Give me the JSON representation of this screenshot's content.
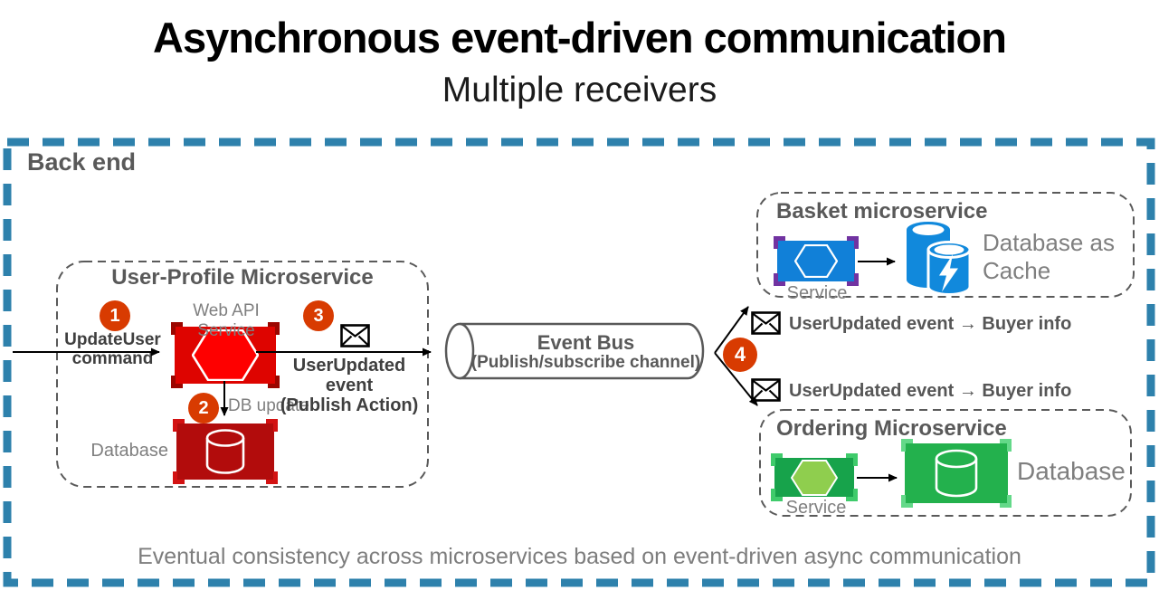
{
  "title": "Asynchronous event-driven communication",
  "subtitle": "Multiple receivers",
  "backend": {
    "label": "Back end",
    "caption": "Eventual consistency across microservices based on event-driven async communication"
  },
  "user_profile": {
    "title": "User-Profile Microservice",
    "web_api_label": "Web API Service",
    "database_label": "Database",
    "steps": {
      "s1": {
        "num": "1",
        "label": "UpdateUser\ncommand"
      },
      "s2": {
        "num": "2",
        "label": "DB update"
      },
      "s3": {
        "num": "3",
        "label": "UserUpdated event\n(Publish Action)"
      },
      "s4": {
        "num": "4"
      }
    }
  },
  "event_bus": {
    "title": "Event Bus",
    "subtitle": "(Publish/subscribe channel)"
  },
  "messages": {
    "top": "UserUpdated event → Buyer info",
    "bottom": "UserUpdated event → Buyer info"
  },
  "basket": {
    "title": "Basket microservice",
    "service_label": "Service",
    "db_label": "Database as\nCache"
  },
  "ordering": {
    "title": "Ordering Microservice",
    "service_label": "Service",
    "db_label": "Database"
  },
  "colors": {
    "outer_dashed_border": "#2E81AC",
    "step_badge": "#D83B01",
    "webapi_container_red": "#DE0400",
    "webapi_hexagon_red": "#FE0000",
    "user_db_red": "#B20C0C",
    "basket_service_blue": "#1180D8",
    "basket_bracket_purple": "#7133A1",
    "redis_cache_blue": "#1189DC",
    "ordering_service_green": "#17A34B",
    "ordering_hexagon_green": "#8FCE4E",
    "ordering_db_green": "#23B14D",
    "title_gray": "#595959"
  }
}
